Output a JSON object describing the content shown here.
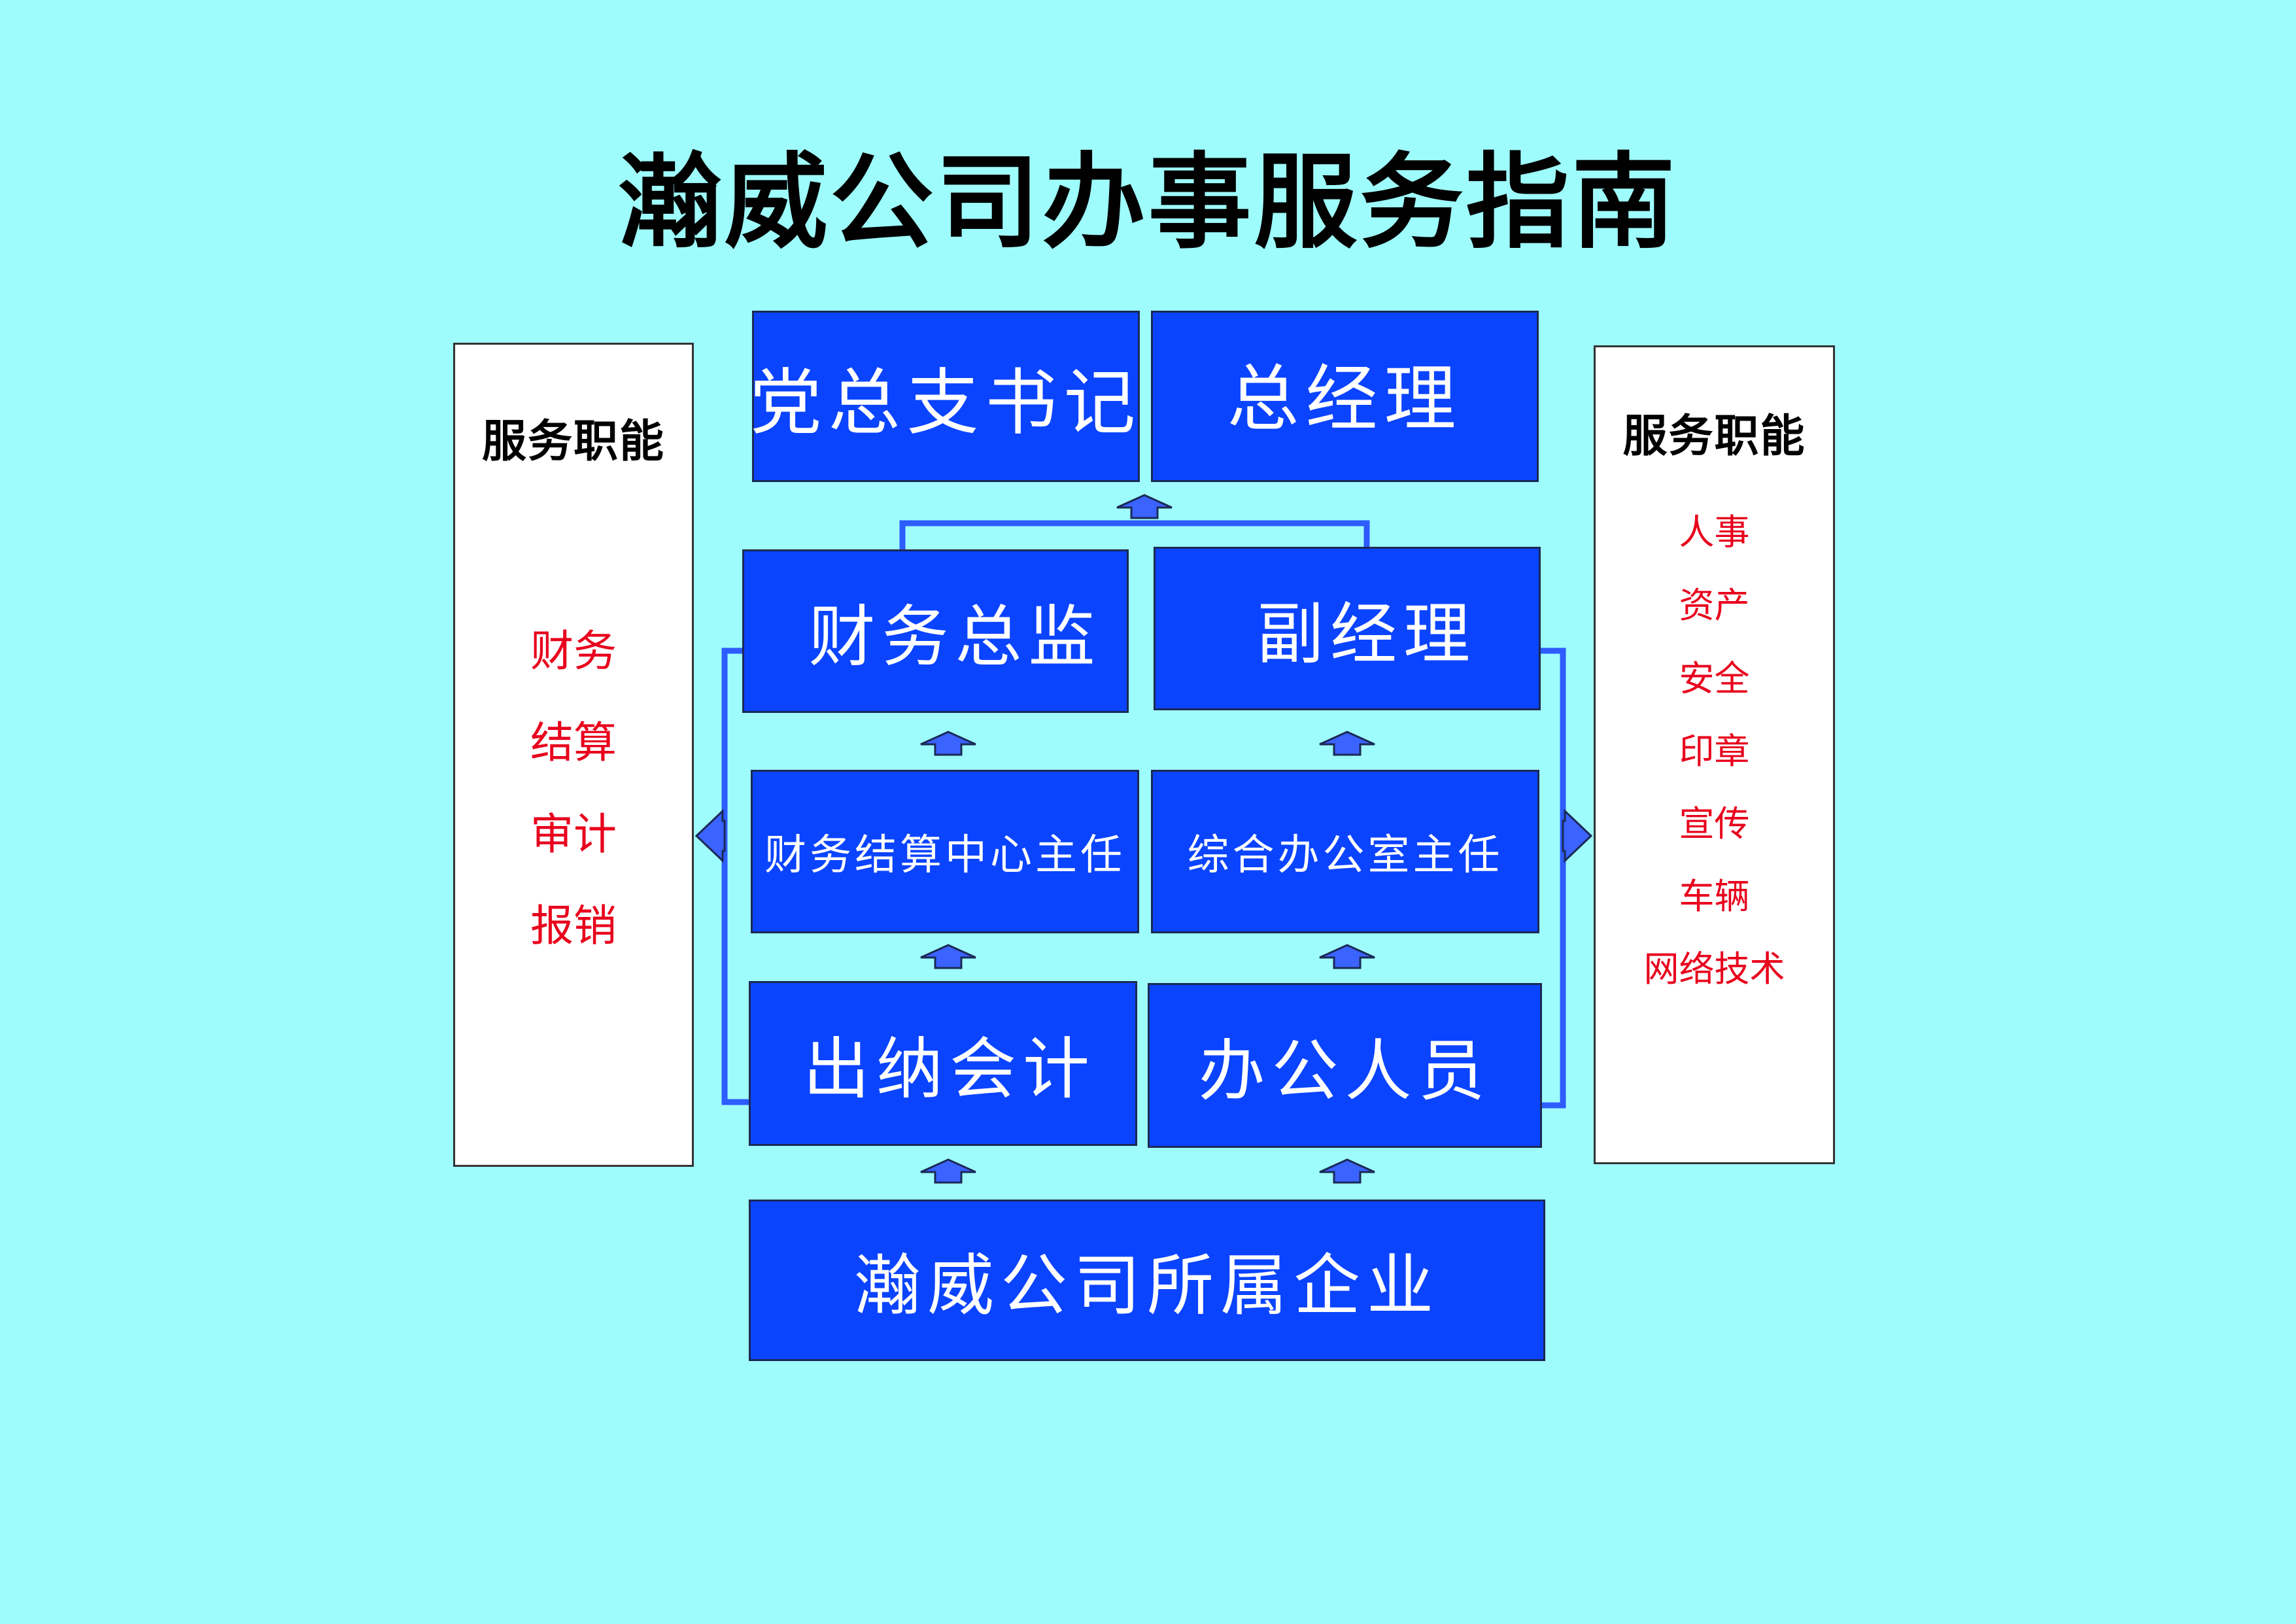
{
  "title": "瀚威公司办事服务指南",
  "boxes": {
    "party_secretary": "党总支书记",
    "general_manager": "总经理",
    "finance_director": "财务总监",
    "deputy_manager": "副经理",
    "settlement_center_head": "财务结算中心主任",
    "office_head": "综合办公室主任",
    "cashier_accountant": "出纳会计",
    "office_staff": "办公人员",
    "affiliated_enterprises": "瀚威公司所属企业"
  },
  "left_panel": {
    "heading": "服务职能",
    "items": [
      "财务",
      "结算",
      "审计",
      "报销"
    ]
  },
  "right_panel": {
    "heading": "服务职能",
    "items": [
      "人事",
      "资产",
      "安全",
      "印章",
      "宣传",
      "车辆",
      "网络技术"
    ]
  },
  "colors": {
    "background": "#9ffcfd",
    "box_fill": "#0b44ff",
    "connector": "#2d5cff",
    "arrow": "#3b63ff",
    "item_text": "#e8001c"
  }
}
